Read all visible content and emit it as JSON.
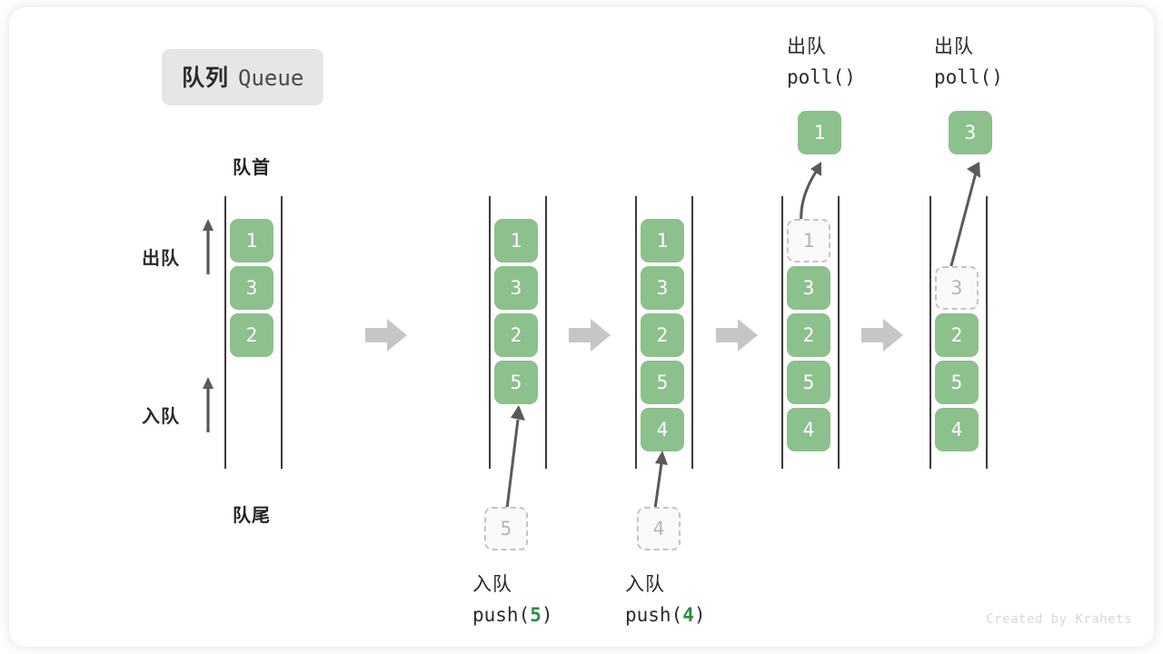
{
  "title": {
    "cn": "队列",
    "en": "Queue"
  },
  "labels": {
    "head": "队首",
    "tail": "队尾",
    "dequeue_side": "出队",
    "enqueue_side": "入队"
  },
  "colors": {
    "element_fill": "#8cc08c",
    "element_text": "#ffffff",
    "ghost_fill": "#fafafa",
    "ghost_border": "#c4c4c4",
    "ghost_text": "#b5b5b5",
    "rail": "#3b3b3b",
    "step_arrow": "#c6c6c6",
    "curve_arrow": "#5a5a5a",
    "accent_code_number": "#2f8a44",
    "badge_bg": "#e6e6e6"
  },
  "steps": [
    {
      "name": "initial",
      "elements": [
        "1",
        "3",
        "2"
      ],
      "ghost": null,
      "popped": null,
      "op_cn": null,
      "op_code": null
    },
    {
      "name": "after-push-5",
      "elements": [
        "1",
        "3",
        "2",
        "5"
      ],
      "ghost": {
        "value": "5",
        "slot": "below"
      },
      "popped": null,
      "op_cn": "入队",
      "op_code_prefix": "push(",
      "op_code_value": "5",
      "op_code_suffix": ")"
    },
    {
      "name": "after-push-4",
      "elements": [
        "1",
        "3",
        "2",
        "5",
        "4"
      ],
      "ghost": {
        "value": "4",
        "slot": "below"
      },
      "popped": null,
      "op_cn": "入队",
      "op_code_prefix": "push(",
      "op_code_value": "4",
      "op_code_suffix": ")"
    },
    {
      "name": "after-poll-1",
      "elements": [
        "3",
        "2",
        "5",
        "4"
      ],
      "ghost": {
        "value": "1",
        "slot": 0
      },
      "popped": "1",
      "op_cn": "出队",
      "op_code_prefix": "poll(",
      "op_code_value": "",
      "op_code_suffix": ")"
    },
    {
      "name": "after-poll-3",
      "elements": [
        "2",
        "5",
        "4"
      ],
      "ghost": {
        "value": "3",
        "slot": 1
      },
      "popped": "3",
      "op_cn": "出队",
      "op_code_prefix": "poll(",
      "op_code_value": "",
      "op_code_suffix": ")"
    }
  ],
  "footer": "Created by Krahets"
}
